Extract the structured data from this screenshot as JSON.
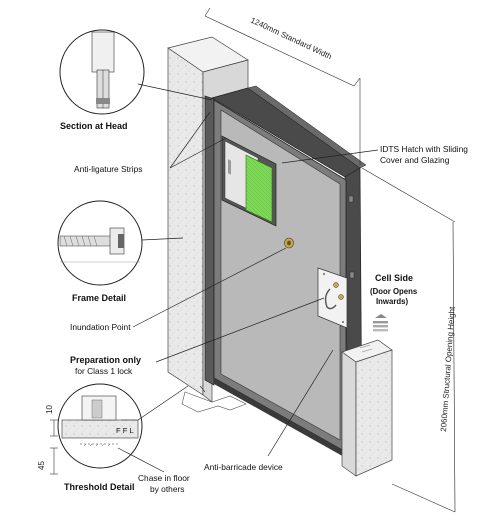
{
  "dimensions": {
    "width_label": "1240mm Standard Width",
    "height_label": "2060mm Structural Opening Height",
    "threshold_top": "10",
    "threshold_bottom": "45",
    "ffl": "F F L"
  },
  "details": {
    "section_at_head": "Section at Head",
    "frame_detail": "Frame Detail",
    "threshold_detail": "Threshold Detail"
  },
  "callouts": {
    "anti_ligature": "Anti-ligature Strips",
    "idts_line1": "IDTS Hatch with Sliding",
    "idts_line2": "Cover and Glazing",
    "inundation": "Inundation Point",
    "prep_line1": "Preparation only",
    "prep_line2": "for Class 1 lock",
    "cell_side": "Cell Side",
    "cell_side_sub1": "(Door Opens",
    "cell_side_sub2": "Inwards)",
    "anti_barricade": "Anti-barricade device",
    "chase_line1": "Chase in floor",
    "chase_line2": "by others"
  },
  "colors": {
    "door_face": "#b9b9b9",
    "door_edge": "#7c7c7c",
    "frame_dark": "#4a4a4a",
    "wall": "#e9e9e9",
    "glazing": "#7ed957",
    "lock_plate": "#f2f2f2",
    "brass": "#c9a84a"
  }
}
